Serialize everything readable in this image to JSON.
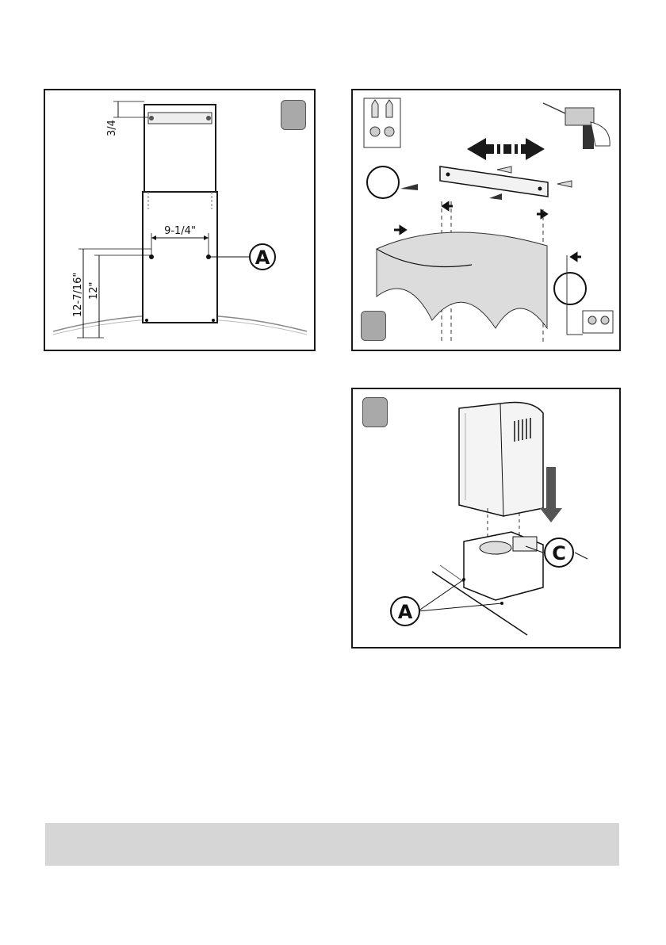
{
  "panel1": {
    "dim_top": "3/4",
    "dim_width": "9-1/4\"",
    "dim_height_outer": "12-7/16\"",
    "dim_height_inner": "12\"",
    "callout": "A"
  },
  "panel2": {},
  "panel3": {
    "callout_a": "A",
    "callout_c": "C"
  },
  "colors": {
    "badge": "#a9a9a9",
    "footer_band": "#d6d6d6",
    "shading": "#dcdcdc",
    "line": "#1a1a1a"
  }
}
